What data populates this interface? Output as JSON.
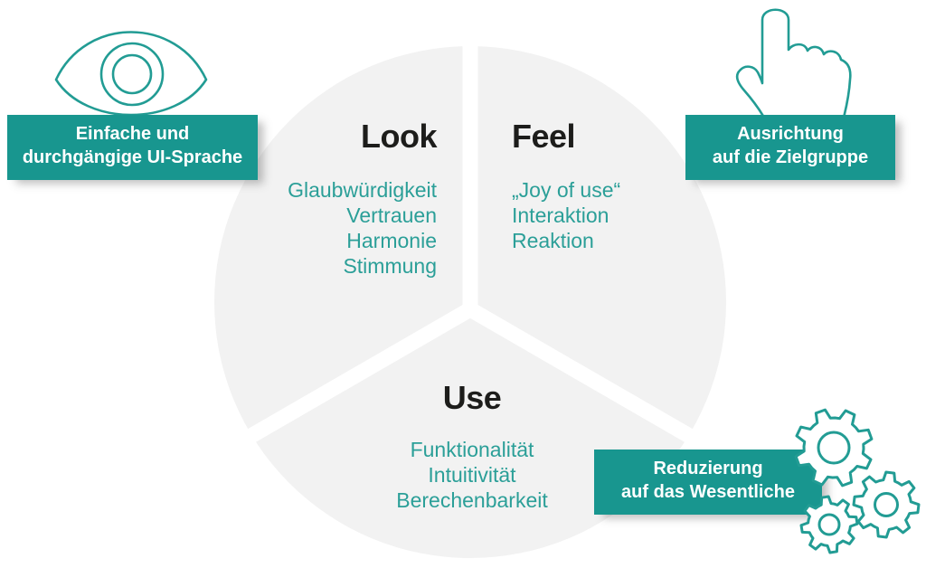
{
  "diagram": {
    "segments": [
      {
        "id": "look",
        "title": "Look",
        "items": [
          "Glaubwürdigkeit",
          "Vertrauen",
          "Harmonie",
          "Stimmung"
        ]
      },
      {
        "id": "feel",
        "title": "Feel",
        "items": [
          "„Joy of use“",
          "Interaktion",
          "Reaktion"
        ]
      },
      {
        "id": "use",
        "title": "Use",
        "items": [
          "Funktionalität",
          "Intuitivität",
          "Berechenbarkeit"
        ]
      }
    ],
    "callouts": [
      {
        "id": "ui-language",
        "icon": "eye-icon",
        "lines": [
          "Einfache und",
          "durchgängige UI-Sprache"
        ]
      },
      {
        "id": "target-group",
        "icon": "pointing-hand-icon",
        "lines": [
          "Ausrichtung",
          "auf die Zielgruppe"
        ]
      },
      {
        "id": "reduction",
        "icon": "gears-icon",
        "lines": [
          "Reduzierung",
          "auf das Wesentliche"
        ]
      }
    ],
    "colors": {
      "banner_teal": "#18968f",
      "icon_stroke": "#229c94",
      "list_text": "#2b9f98",
      "heading_text": "#1d1d1b",
      "circle_fill": "#f2f2f2"
    }
  }
}
